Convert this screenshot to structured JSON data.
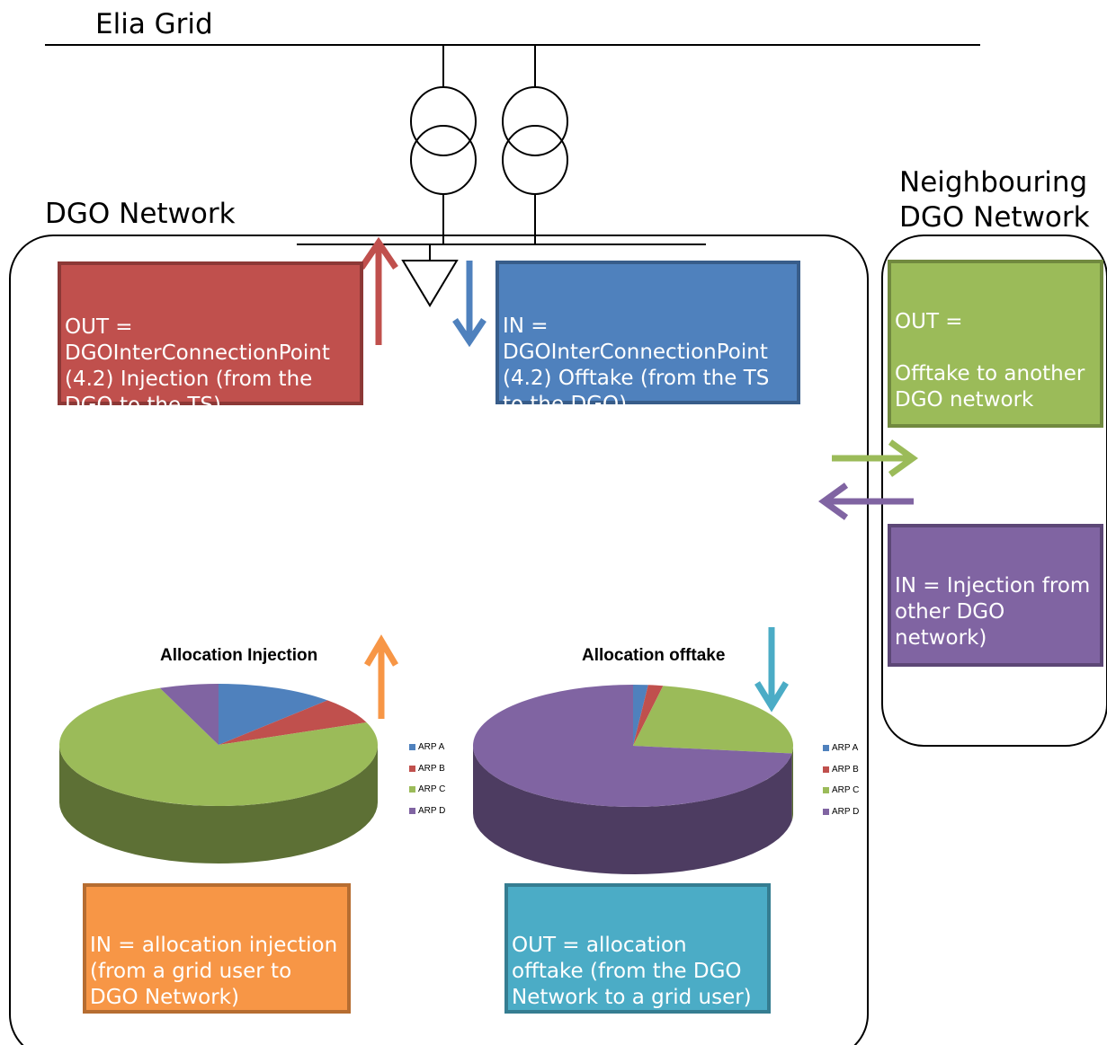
{
  "labels": {
    "elia_grid": "Elia Grid",
    "dgo_network": "DGO Network",
    "neighbouring_line1": "Neighbouring",
    "neighbouring_line2": "DGO Network"
  },
  "boxes": {
    "out_interconnection": {
      "text": "OUT =\nDGOInterConnectionPoint (4.2) Injection (from the DGO to the TS)",
      "color": "#c0504d",
      "border": "#8c3836"
    },
    "in_interconnection": {
      "text": "IN =\nDGOInterConnectionPoint (4.2) Offtake (from the TS to the DGO)",
      "color": "#4f81bd",
      "border": "#385d8a"
    },
    "out_neighbour": {
      "text": "OUT =\n\nOfftake to another DGO network",
      "color": "#9bbb59",
      "border": "#71893f"
    },
    "in_neighbour": {
      "text": "IN  = Injection from other DGO network)",
      "color": "#8064a2",
      "border": "#5c4776"
    },
    "in_allocation": {
      "text": "IN = allocation injection (from a grid user to  DGO  Network)",
      "color": "#f79646",
      "border": "#b66d31"
    },
    "out_allocation": {
      "text": "OUT = allocation offtake (from the  DGO Network to a grid user)",
      "color": "#4bacc6",
      "border": "#357d91"
    }
  },
  "arrows": {
    "red": "#c0504d",
    "blue": "#4f81bd",
    "green": "#9bbb59",
    "purple": "#8064a2",
    "orange": "#f79646",
    "cyan": "#4bacc6"
  },
  "chart_data": [
    {
      "type": "pie",
      "title": "Allocation Injection",
      "categories": [
        "ARP A",
        "ARP B",
        "ARP C",
        "ARP D"
      ],
      "values": [
        12,
        7,
        75,
        6
      ],
      "colors": [
        "#4f81bd",
        "#c0504d",
        "#9bbb59",
        "#8064a2"
      ]
    },
    {
      "type": "pie",
      "title": "Allocation offtake",
      "categories": [
        "ARP A",
        "ARP B",
        "ARP C",
        "ARP D"
      ],
      "values": [
        1.5,
        1.5,
        24,
        73
      ],
      "colors": [
        "#4f81bd",
        "#c0504d",
        "#9bbb59",
        "#8064a2"
      ]
    }
  ]
}
